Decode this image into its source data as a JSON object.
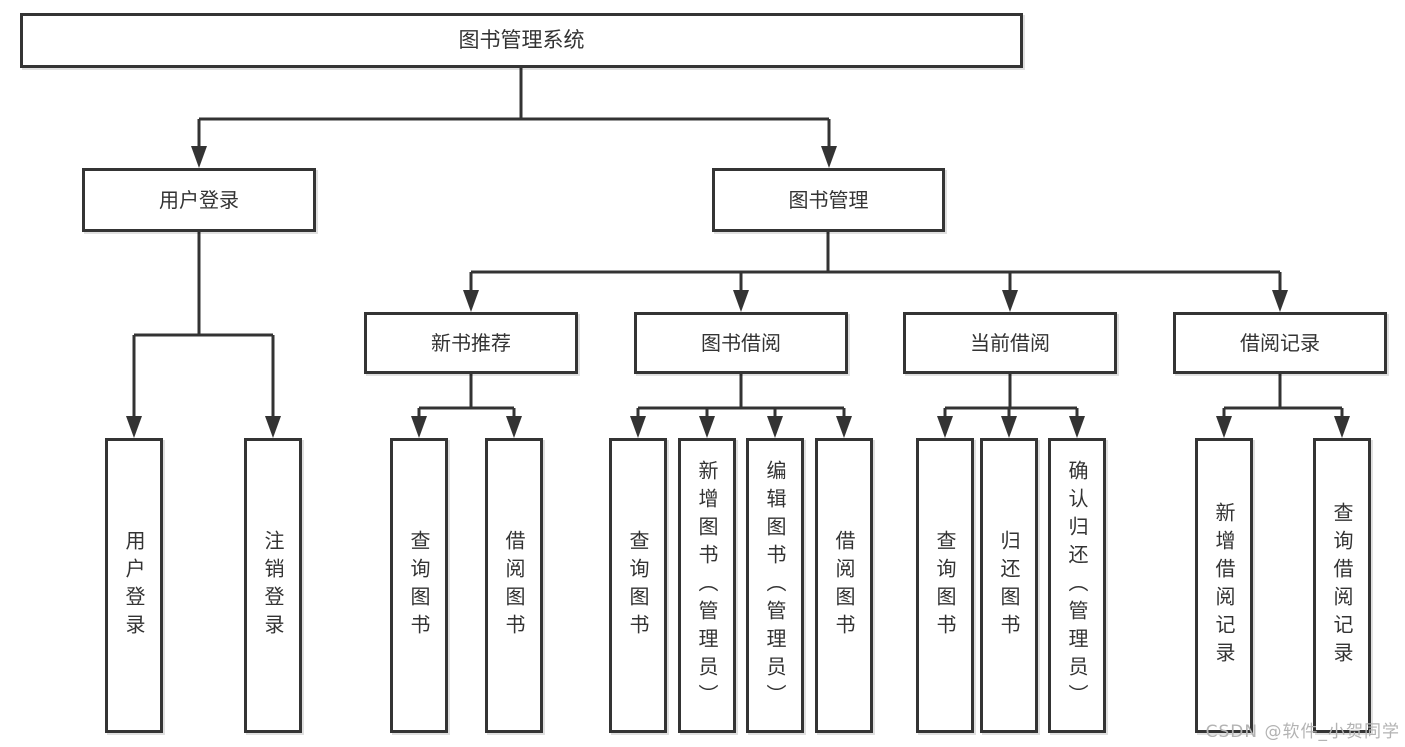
{
  "tree": {
    "label": "图书管理系统",
    "children": [
      {
        "label": "用户登录",
        "children": [
          {
            "label": "用户登录"
          },
          {
            "label": "注销登录"
          }
        ]
      },
      {
        "label": "图书管理",
        "children": [
          {
            "label": "新书推荐",
            "children": [
              {
                "label": "查询图书"
              },
              {
                "label": "借阅图书"
              }
            ]
          },
          {
            "label": "图书借阅",
            "children": [
              {
                "label": "查询图书"
              },
              {
                "label": "新增图书（管理员）"
              },
              {
                "label": "编辑图书（管理员）"
              },
              {
                "label": "借阅图书"
              }
            ]
          },
          {
            "label": "当前借阅",
            "children": [
              {
                "label": "查询图书"
              },
              {
                "label": "归还图书"
              },
              {
                "label": "确认归还（管理员）"
              }
            ]
          },
          {
            "label": "借阅记录",
            "children": [
              {
                "label": "新增借阅记录"
              },
              {
                "label": "查询借阅记录"
              }
            ]
          }
        ]
      }
    ]
  },
  "watermark": {
    "text": "CSDN @软件_小贺同学"
  },
  "colors": {
    "line": "#333333",
    "box_border": "#343434",
    "text": "#333333",
    "background": "#ffffff",
    "watermark": "#b3b3b3"
  }
}
